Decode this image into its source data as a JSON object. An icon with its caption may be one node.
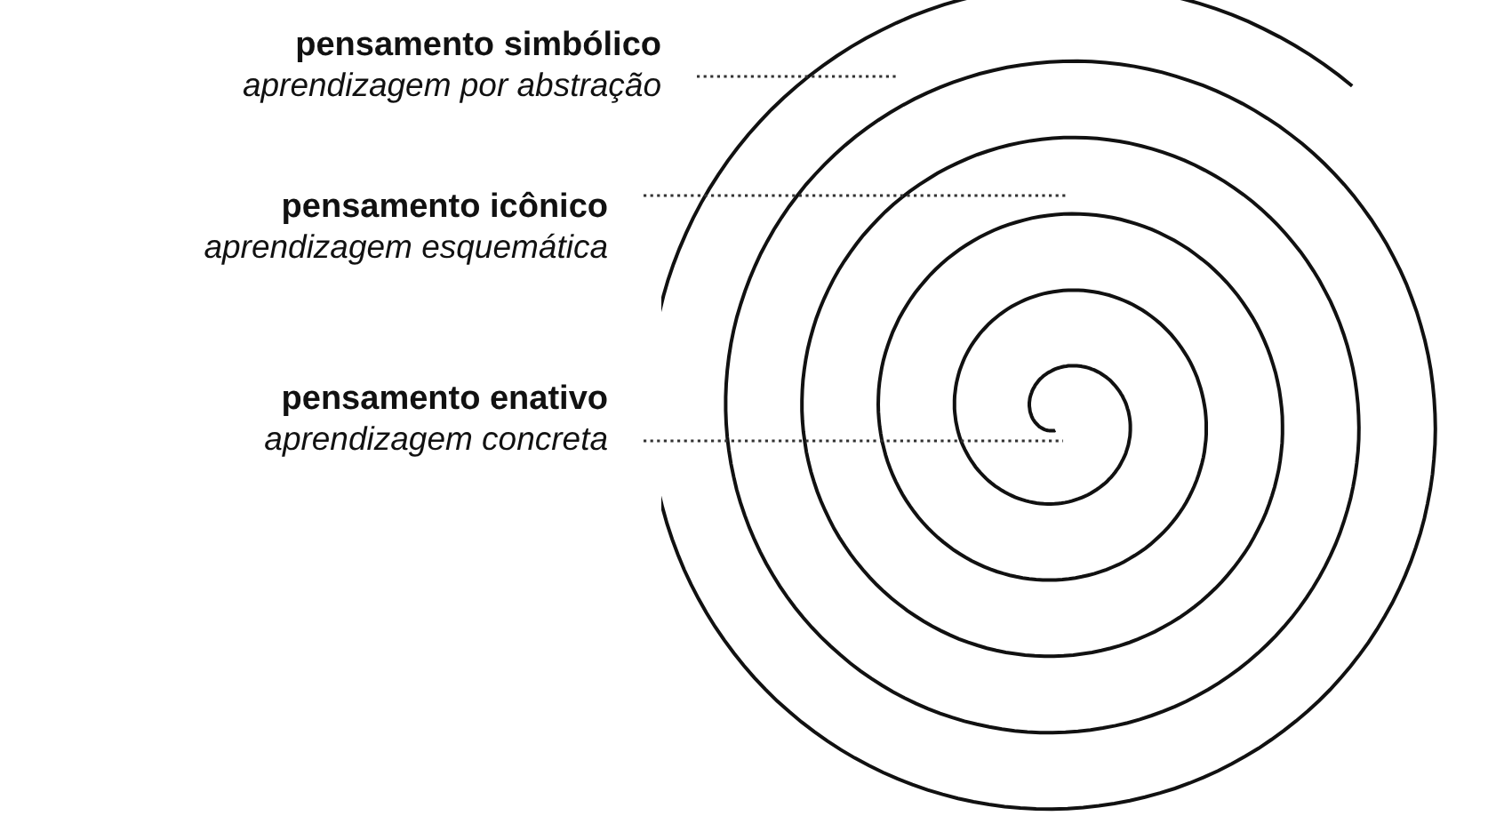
{
  "diagram": {
    "nodes": [
      {
        "text": [
          "pensamento simbólico",
          "aprendizagem por abstração"
        ]
      },
      {
        "text": [
          "pensamento icônico",
          "aprendizagem esquemática"
        ]
      },
      {
        "text": [
          "pensamento enativo",
          "aprendizagem concreta"
        ]
      },
      {
        "text": [],
        "shape": "spiral"
      }
    ],
    "edges": [
      {
        "from": 0,
        "to": 3,
        "arrow": "none",
        "style": "dashed"
      },
      {
        "from": 1,
        "to": 3,
        "arrow": "none",
        "style": "dashed"
      },
      {
        "from": 2,
        "to": 3,
        "arrow": "none",
        "style": "dashed"
      }
    ]
  }
}
